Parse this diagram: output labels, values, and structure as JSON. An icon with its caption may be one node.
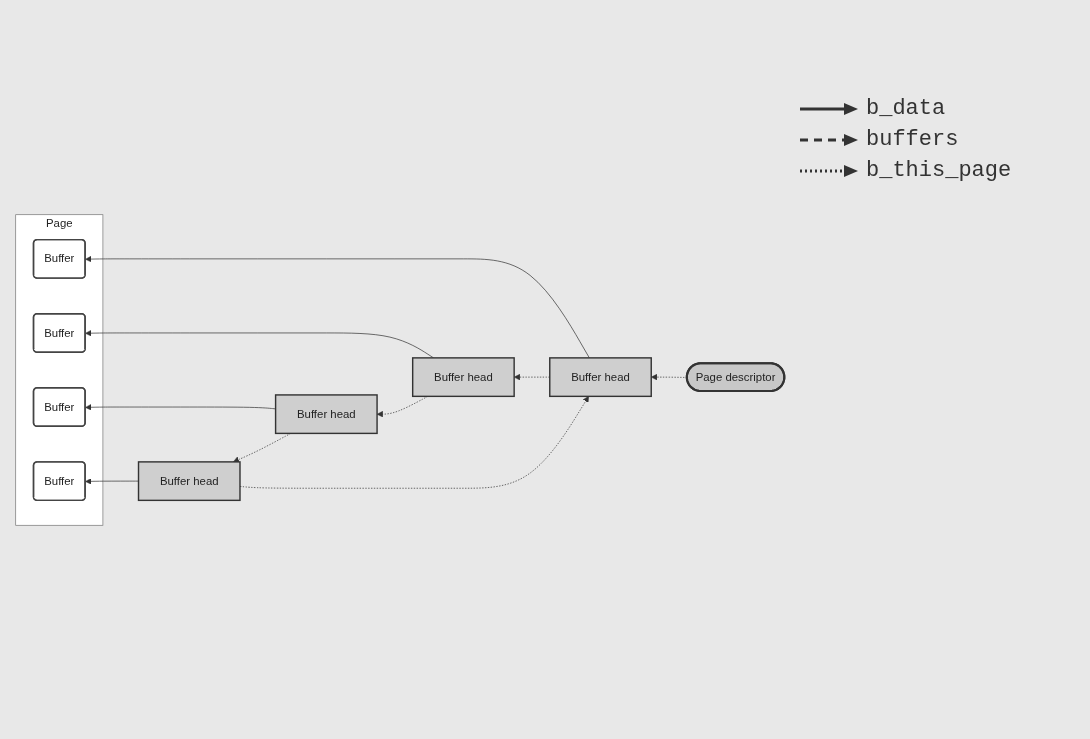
{
  "diagram": {
    "nodes": [
      {
        "text": [
          "Page descriptor"
        ]
      },
      {
        "text": [
          "Page"
        ]
      },
      {
        "text": [
          "Buffer"
        ],
        "in": 1
      },
      {
        "text": [
          "Buffer"
        ],
        "in": 1
      },
      {
        "text": [
          "Buffer"
        ],
        "in": 1
      },
      {
        "text": [
          "Buffer"
        ],
        "in": 1
      },
      {
        "text": [
          "Buffer head"
        ]
      },
      {
        "text": [
          "Buffer head"
        ]
      },
      {
        "text": [
          "Buffer head"
        ]
      },
      {
        "text": [
          "Buffer head"
        ]
      }
    ],
    "edges": [
      {
        "from": 0,
        "to": 6,
        "arrow": "to",
        "style": "dashed"
      },
      {
        "from": 6,
        "to": 2,
        "arrow": "to"
      },
      {
        "from": 7,
        "to": 3,
        "arrow": "to"
      },
      {
        "from": 8,
        "to": 4,
        "arrow": "to"
      },
      {
        "from": 9,
        "to": 5,
        "arrow": "to"
      },
      {
        "from": 6,
        "to": 7,
        "arrow": "to",
        "style": "dashed"
      },
      {
        "from": 7,
        "to": 8,
        "arrow": "to",
        "style": "dashed"
      },
      {
        "from": 8,
        "to": 9,
        "arrow": "to",
        "style": "dashed"
      },
      {
        "from": 9,
        "to": 6,
        "arrow": "to",
        "style": "dashed"
      }
    ],
    "legend": [
      {
        "text": "b_data"
      },
      {
        "text": "buffers"
      },
      {
        "text": "b_this_page"
      }
    ]
  }
}
